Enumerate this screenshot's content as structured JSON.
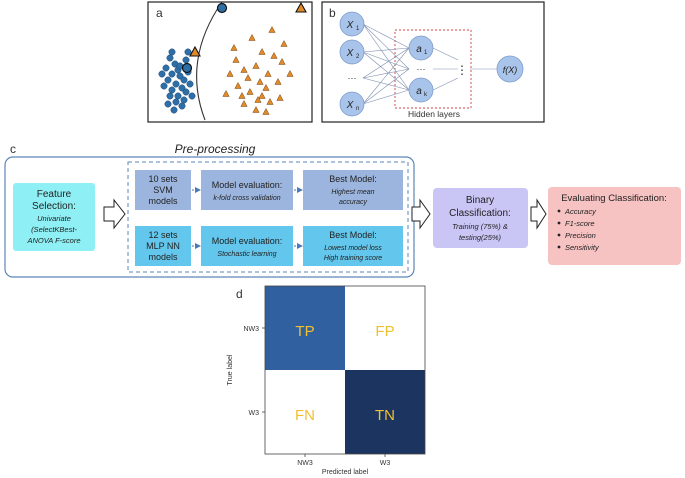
{
  "panel_a": {
    "label": "a"
  },
  "panel_b": {
    "label": "b",
    "inputs": [
      "X",
      "X",
      "···",
      "X"
    ],
    "input_subs": [
      "1",
      "2",
      "",
      "n"
    ],
    "hidden": [
      "a",
      "···",
      "a"
    ],
    "hidden_subs": [
      "1",
      "",
      "k"
    ],
    "dots": "⋮",
    "output": "f(X)",
    "hidden_caption": "Hidden layers"
  },
  "panel_c": {
    "label": "c",
    "preprocessing_title": "Pre-processing",
    "feature": {
      "line1": "Feature",
      "line2": "Selection:",
      "line3": "Univariate",
      "line4": "(SelectKBest-",
      "line5": "ANOVA F-score"
    },
    "svm": {
      "sets_line1": "10 sets",
      "sets_line2": "SVM",
      "sets_line3": "models",
      "eval_title": "Model evaluation:",
      "eval_sub": "k-fold cross validation",
      "best_title": "Best Model:",
      "best_sub1": "Highest mean",
      "best_sub2": "accuracy"
    },
    "mlp": {
      "sets_line1": "12 sets",
      "sets_line2": "MLP NN",
      "sets_line3": "models",
      "eval_title": "Model evaluation:",
      "eval_sub": "Stochastic learning",
      "best_title": "Best Model:",
      "best_sub1": "Lowest model loss",
      "best_sub2": "High training score"
    },
    "binary": {
      "line1": "Binary",
      "line2": "Classification:",
      "line3": "Training (75%) &",
      "line4": "testing(25%)"
    },
    "evaluating": {
      "title": "Evaluating Classification:",
      "items": [
        "Accuracy",
        "F1-score",
        "Precision",
        "Sensitivity"
      ]
    }
  },
  "panel_d": {
    "label": "d",
    "cells": [
      "TP",
      "FP",
      "FN",
      "TN"
    ],
    "row_labels": [
      "NW3",
      "W3"
    ],
    "col_labels": [
      "NW3",
      "W3"
    ],
    "ylabel": "True label",
    "xlabel": "Predicted label"
  },
  "colors": {
    "blue_point": "#2f6fa7",
    "orange_point": "#e08a2a",
    "neuron": "#a9c4ea",
    "svm_box": "#9bb5de",
    "mlp_box": "#63c6ec",
    "feature_box": "#8ef0f4",
    "binary_box": "#c9c6f5",
    "eval_box": "#f7c2c2",
    "tp": "#3060a0",
    "tn": "#1c3560",
    "cell_text": "#f0c030"
  }
}
